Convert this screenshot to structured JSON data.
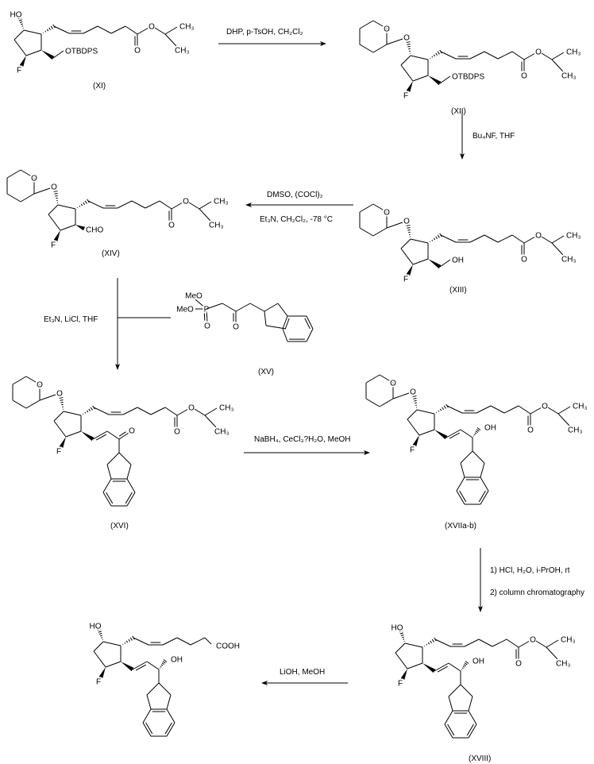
{
  "compounds": {
    "XI": "(XI)",
    "XII": "(XII)",
    "XIII": "(XIII)",
    "XIV": "(XIV)",
    "XV": "(XV)",
    "XVI": "(XVI)",
    "XVII": "(XVIIa-b)",
    "XVIII": "(XVIII)"
  },
  "reagents": {
    "step1": "DHP, p-TsOH, CH₂Cl₂",
    "step2": "Bu₄NF, THF",
    "step3_top": "DMSO, (COCl)₂",
    "step3_bottom": "Et₃N, CH₂Cl₂, -78 °C",
    "step4": "Et₃N, LiCl, THF",
    "step5": "NaBH₄, CeCl₃?H₂O, MeOH",
    "step6_line1": "1) HCl, H₂O, i-PrOH, rt",
    "step6_line2": "2) column chromatography",
    "step7": "LiOH, MeOH"
  },
  "atoms": {
    "HO": "HO",
    "O": "O",
    "F": "F",
    "CH3": "CH₃",
    "OTBDPS": "OTBDPS",
    "OH": "OH",
    "CHO": "CHO",
    "COOH": "COOH",
    "MeO": "MeO",
    "P": "P"
  }
}
